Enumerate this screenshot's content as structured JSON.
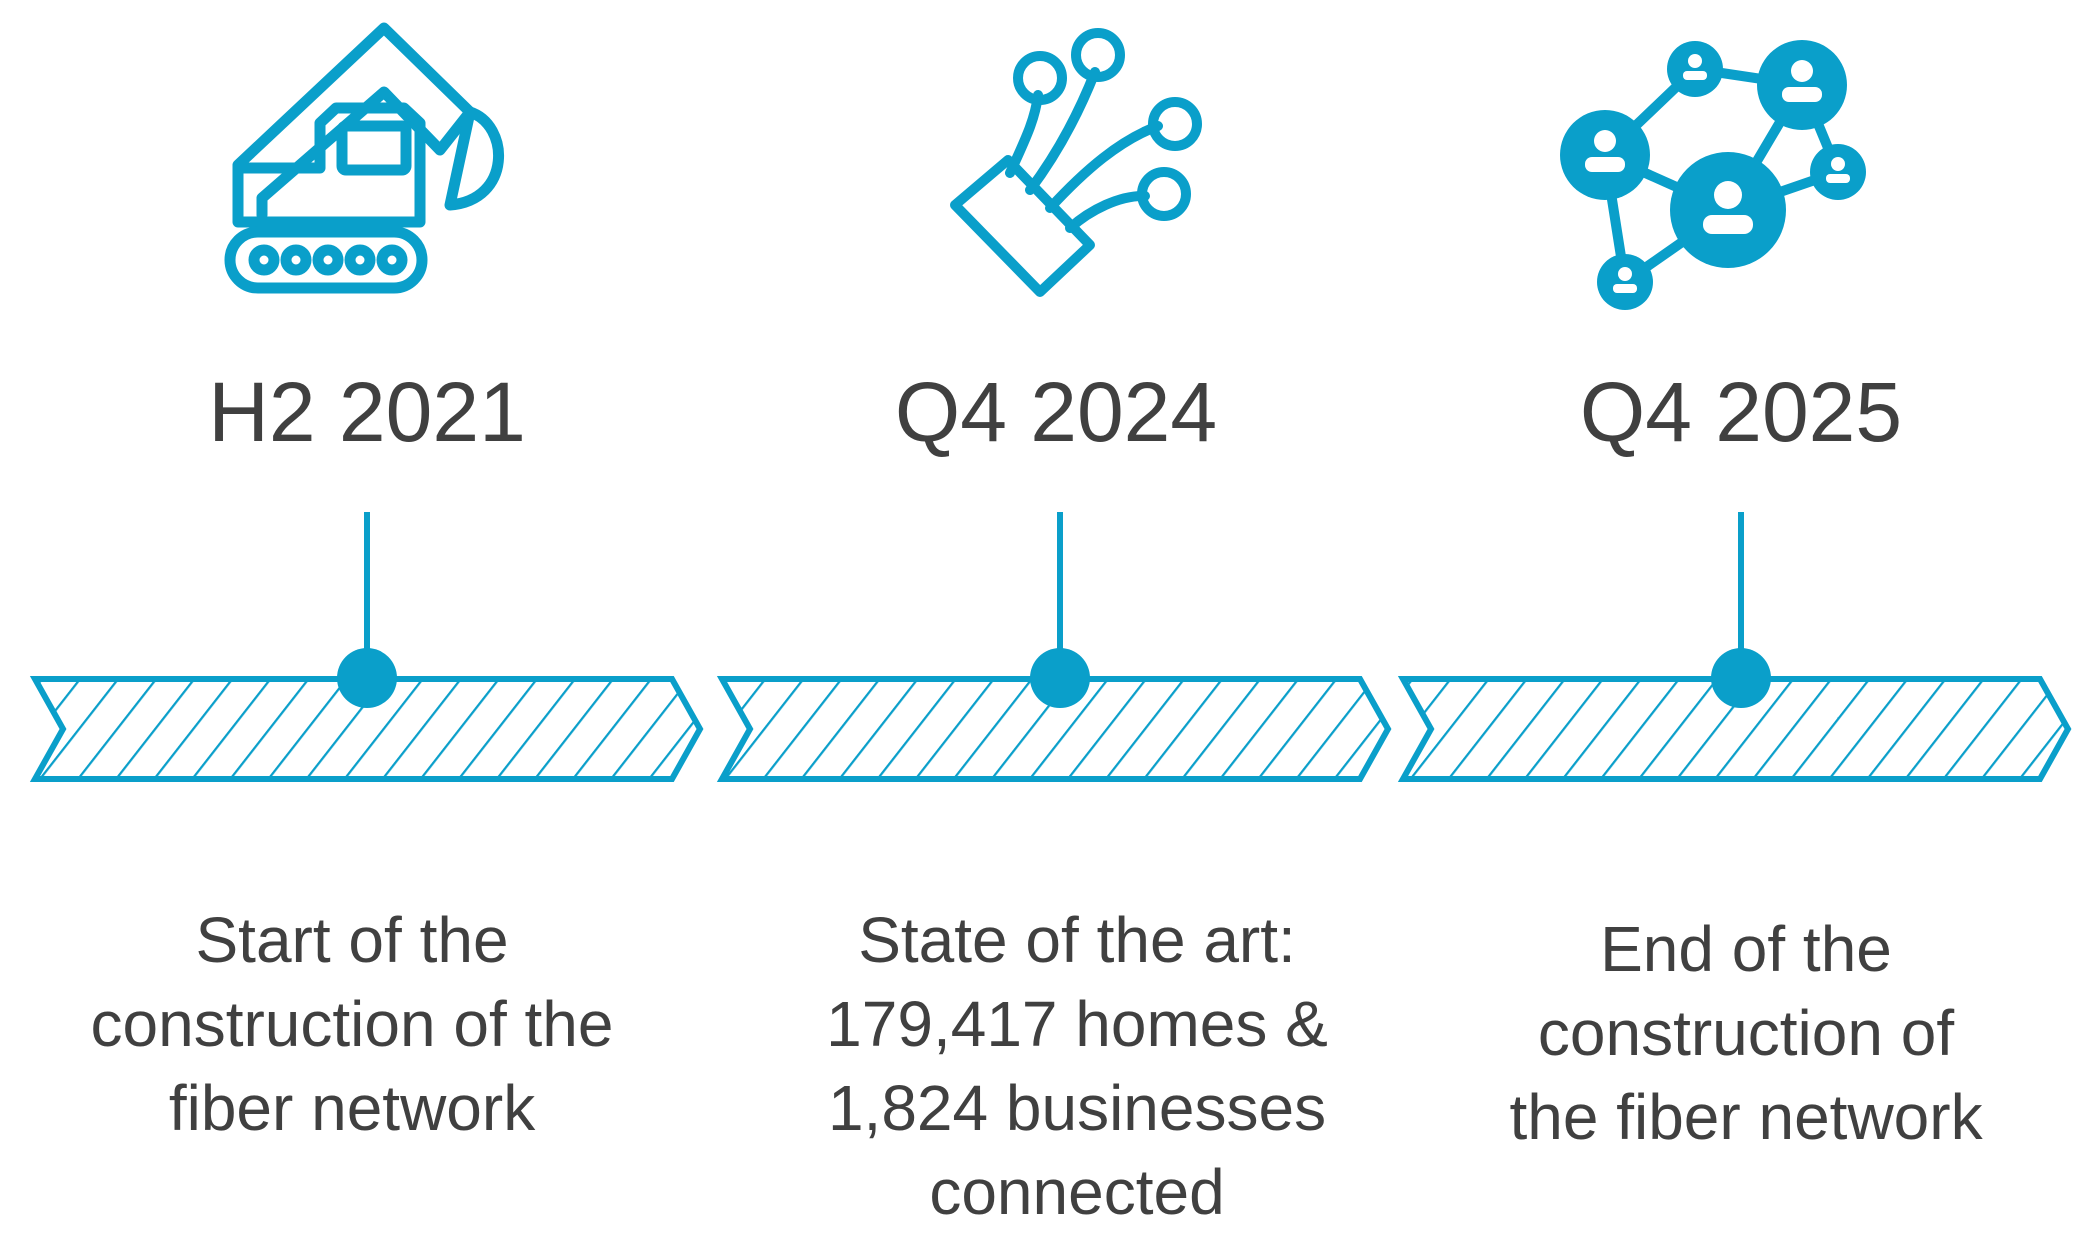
{
  "colors": {
    "accent": "#0a9fca",
    "text": "#404040",
    "background": "#ffffff"
  },
  "milestones": [
    {
      "icon": "excavator-icon",
      "date": "H2 2021",
      "description_lines": [
        "Start of the",
        "construction of the",
        "fiber network"
      ]
    },
    {
      "icon": "fiber-optic-icon",
      "date": "Q4 2024",
      "description_lines": [
        "State of the art:",
        "179,417 homes &",
        "1,824 businesses",
        "connected"
      ]
    },
    {
      "icon": "people-network-icon",
      "date": "Q4 2025",
      "description_lines": [
        "End of the",
        "construction of",
        "the fiber network"
      ]
    }
  ]
}
